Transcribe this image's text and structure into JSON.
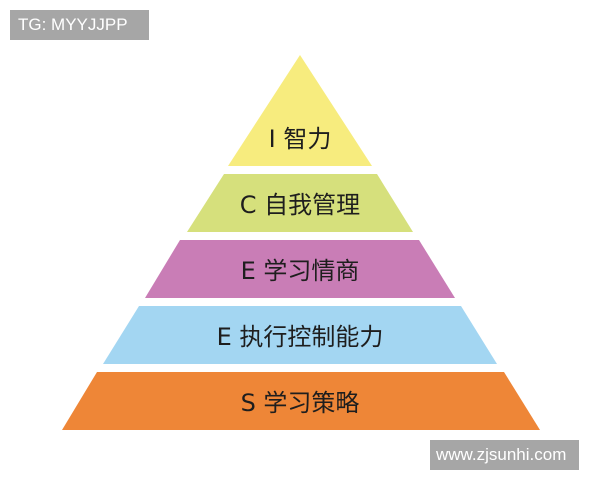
{
  "watermarks": {
    "top_left": "TG: MYYJJPP",
    "bottom_right": "www.zjsunhi.com"
  },
  "pyramid": {
    "levels": [
      {
        "letter": "I",
        "label": "I 智力",
        "color": "#f7ec7e"
      },
      {
        "letter": "C",
        "label": "C 自我管理",
        "color": "#d6e07c"
      },
      {
        "letter": "E",
        "label": "E 学习情商",
        "color": "#c97db6"
      },
      {
        "letter": "E",
        "label": "E 执行控制能力",
        "color": "#a3d6f2"
      },
      {
        "letter": "S",
        "label": "S 学习策略",
        "color": "#ee8637"
      }
    ]
  }
}
